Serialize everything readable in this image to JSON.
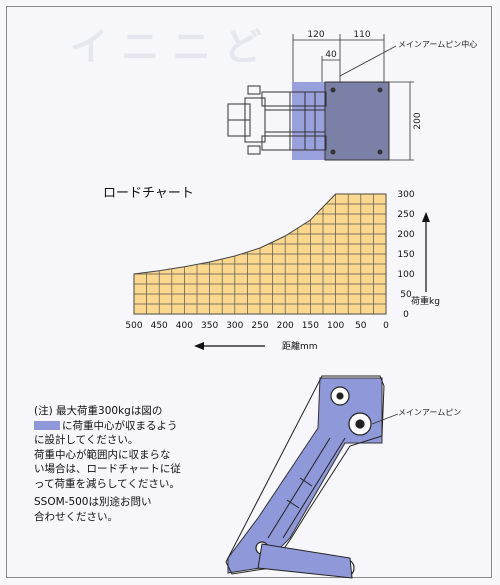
{
  "plan_view": {
    "dim_top_left": "120",
    "dim_top_right": "110",
    "dim_mid": "40",
    "dim_height": "200",
    "pin_label": "メインアームピン中心"
  },
  "chart": {
    "title": "ロードチャート",
    "y_label": "荷重kg",
    "x_label": "距離mm",
    "fill_color": "#fbd88e",
    "grid_color": "#555555"
  },
  "chart_data": {
    "type": "area",
    "title": "ロードチャート",
    "xlabel": "距離mm",
    "ylabel": "荷重kg",
    "x_ticks": [
      "500",
      "450",
      "400",
      "350",
      "300",
      "250",
      "200",
      "150",
      "100",
      "50",
      "0"
    ],
    "y_ticks": [
      "300",
      "250",
      "200",
      "150",
      "100",
      "50",
      "0"
    ],
    "x_reversed": true,
    "xlim": [
      0,
      500
    ],
    "ylim": [
      0,
      300
    ],
    "x": [
      500,
      450,
      400,
      350,
      300,
      250,
      200,
      150,
      100,
      50,
      0
    ],
    "y": [
      100,
      108,
      118,
      130,
      145,
      165,
      195,
      235,
      300,
      300,
      300
    ]
  },
  "side_view": {
    "pin_label": "メインアームピン"
  },
  "note": {
    "line1": "(注) 最大荷重300kgは図の",
    "line2_after_box": "に荷重中心が収まるよう",
    "line3": "に設計してください。",
    "line4": "荷重中心が範囲内に収まらな",
    "line5": "い場合は、ロードチャートに従",
    "line6": "って荷重を減らしてください。",
    "line7": "SSOM-500は別途お問い",
    "line8": "合わせください。",
    "highlight_color": "#8f98d8"
  }
}
